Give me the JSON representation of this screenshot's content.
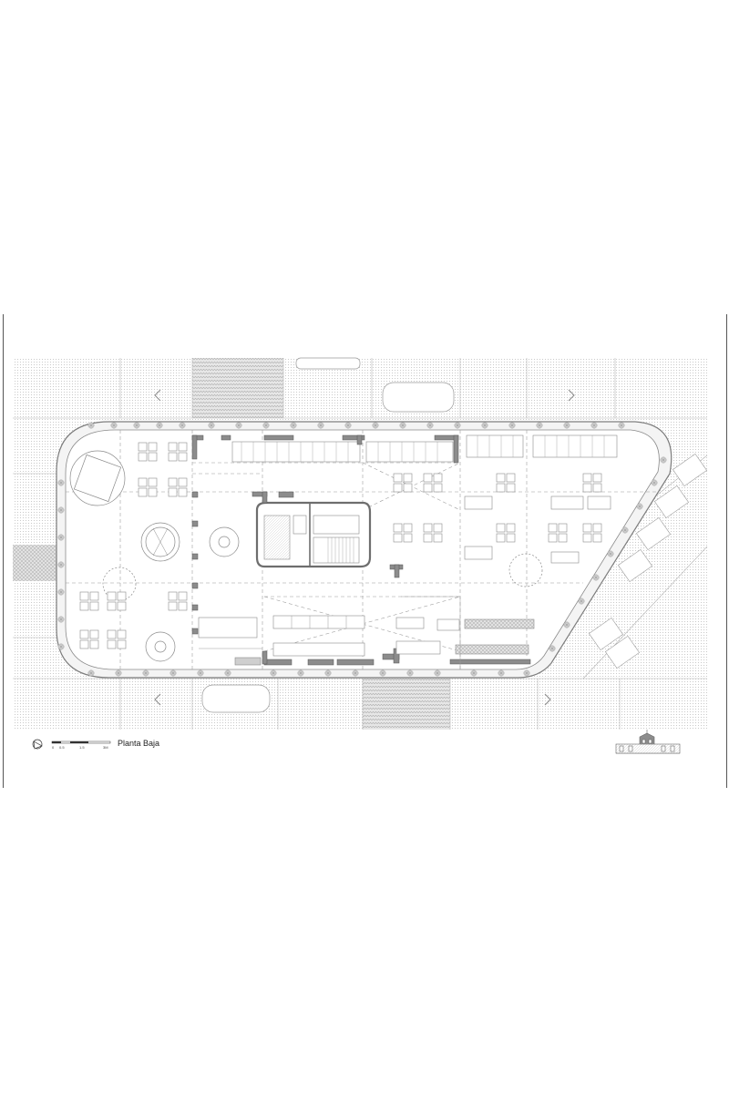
{
  "drawing": {
    "title": "Planta Baja",
    "scale_labels": [
      "0",
      "0.5",
      "1.5",
      "3M"
    ]
  },
  "colors": {
    "line": "#8a8a8a",
    "wall": "#6e6e6e",
    "hatch": "#d6d6d6",
    "paper": "#ffffff"
  },
  "icons": {
    "north": "north-arrow-icon",
    "key": "key-elevation-icon"
  }
}
